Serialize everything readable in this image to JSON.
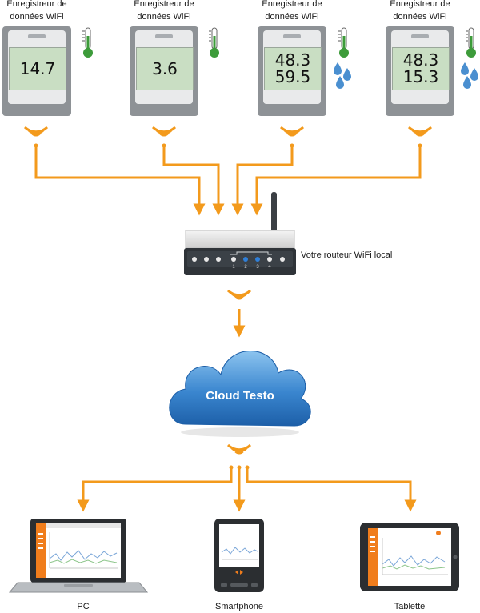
{
  "loggers": [
    {
      "label": "Enregistreur de\ndonnées WiFi",
      "readings": [
        "14.7"
      ],
      "humidity": false
    },
    {
      "label": "Enregistreur de\ndonnées WiFi",
      "readings": [
        "3.6"
      ],
      "humidity": false
    },
    {
      "label": "Enregistreur de\ndonnées WiFi",
      "readings": [
        "48.3",
        "59.5"
      ],
      "humidity": true
    },
    {
      "label": "Enregistreur de\ndonnées WiFi",
      "readings": [
        "48.3",
        "15.3"
      ],
      "humidity": true
    }
  ],
  "router": {
    "label": "Votre routeur WiFi local",
    "port_numbers": [
      "1",
      "2",
      "3",
      "4"
    ]
  },
  "cloud": {
    "label": "Cloud Testo"
  },
  "devices": {
    "pc": "PC",
    "smartphone": "Smartphone",
    "tablet": "Tablette"
  },
  "colors": {
    "connector": "#f39a1c",
    "cloud": "#2f7fc8",
    "lcd": "#c9dec3",
    "device_frame": "#8e9296",
    "thermometer": "#3d9b3a",
    "drop": "#4a8fd0"
  },
  "icons": [
    "thermometer-icon",
    "water-drop-icon",
    "wifi-signal-icon",
    "arrow-down-icon"
  ]
}
